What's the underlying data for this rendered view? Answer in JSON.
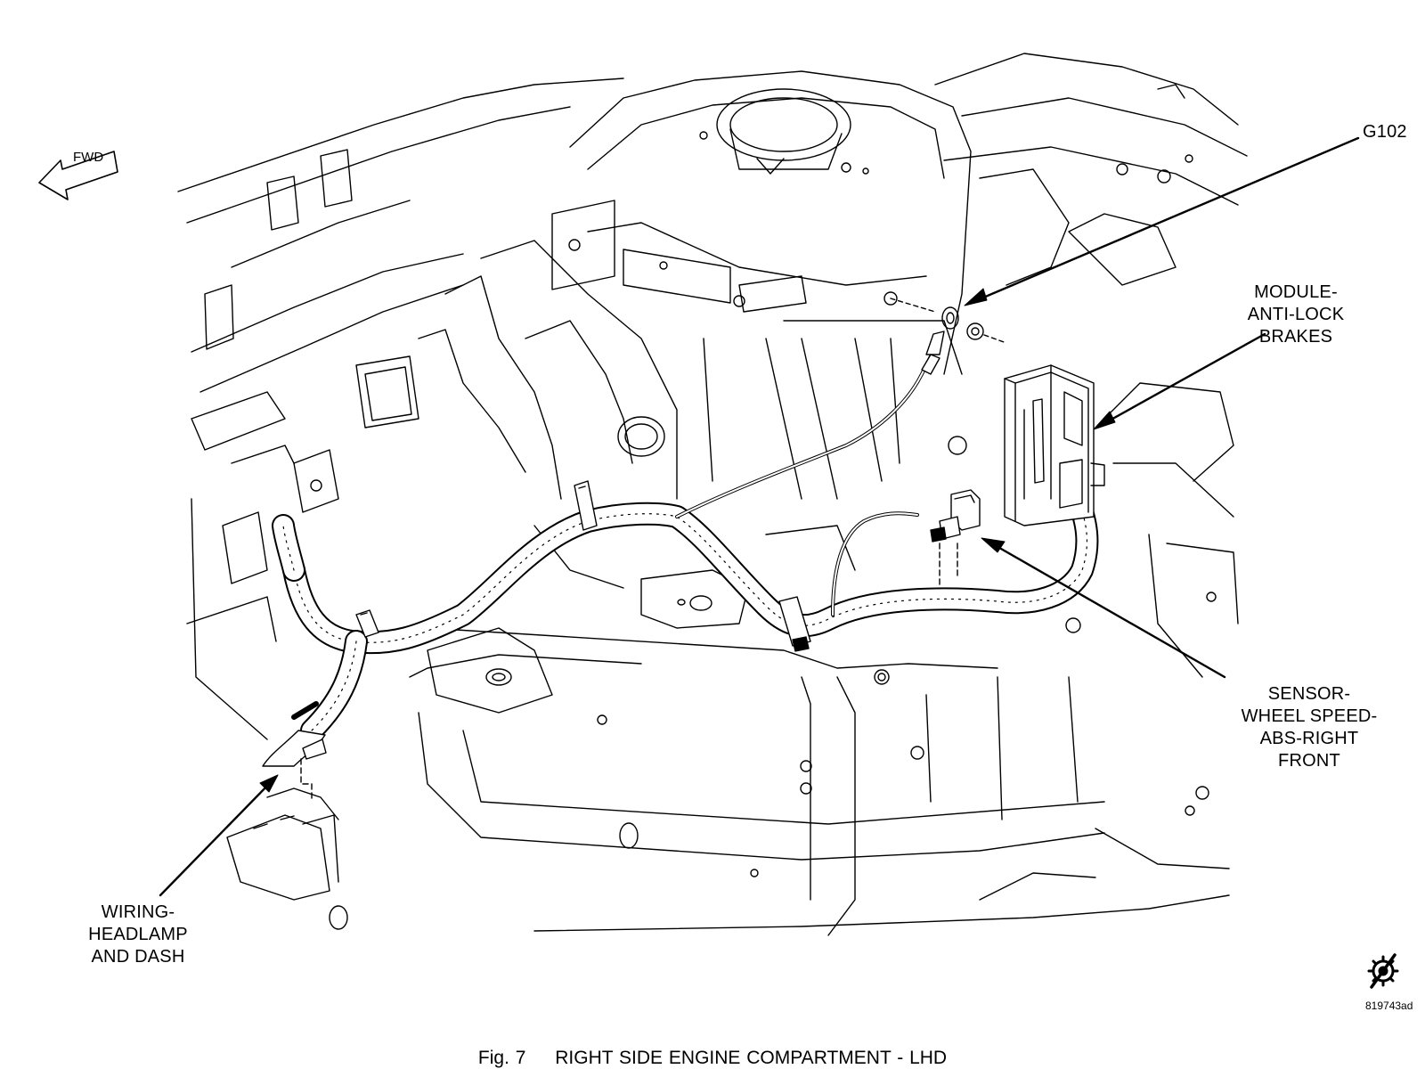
{
  "labels": {
    "g102": "G102",
    "module": [
      "MODULE-",
      "ANTI-LOCK",
      "BRAKES"
    ],
    "sensor": [
      "SENSOR-",
      "WHEEL SPEED-",
      "ABS-RIGHT",
      "FRONT"
    ],
    "wiring": [
      "WIRING-",
      "HEADLAMP",
      "AND DASH"
    ]
  },
  "fwd_indicator": "FWD",
  "reference_code": "819743ad",
  "caption": {
    "figure": "Fig. 7",
    "title": "RIGHT SIDE ENGINE COMPARTMENT - LHD"
  },
  "icons": [
    "fwd-arrow-icon",
    "crossed-gear-icon"
  ]
}
